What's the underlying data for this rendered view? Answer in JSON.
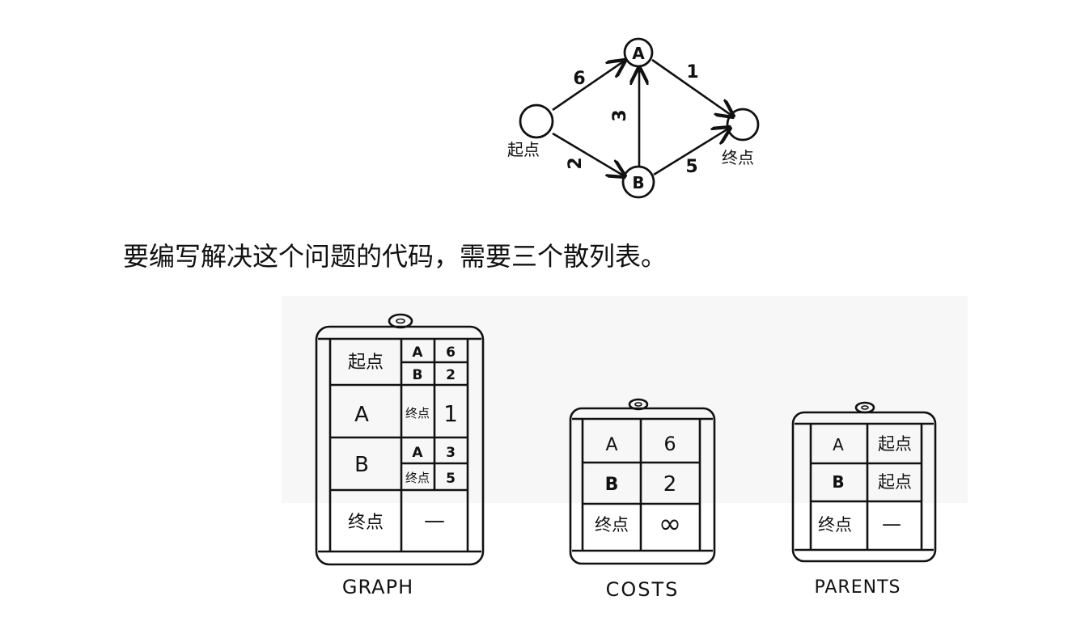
{
  "graph": {
    "nodes": {
      "start": "起点",
      "a": "A",
      "b": "B",
      "end": "终点"
    },
    "edges": [
      {
        "from": "起点",
        "to": "A",
        "weight": "6"
      },
      {
        "from": "起点",
        "to": "B",
        "weight": "2"
      },
      {
        "from": "B",
        "to": "A",
        "weight": "3"
      },
      {
        "from": "A",
        "to": "终点",
        "weight": "1"
      },
      {
        "from": "B",
        "to": "终点",
        "weight": "5"
      }
    ]
  },
  "caption": "要编写解决这个问题的代码，需要三个散列表。",
  "tables": {
    "graph": {
      "label": "GRAPH",
      "rows": [
        {
          "key": "起点",
          "neighbors": [
            {
              "node": "A",
              "weight": "6"
            },
            {
              "node": "B",
              "weight": "2"
            }
          ]
        },
        {
          "key": "A",
          "neighbors": [
            {
              "node": "终点",
              "weight": "1"
            }
          ]
        },
        {
          "key": "B",
          "neighbors": [
            {
              "node": "A",
              "weight": "3"
            },
            {
              "node": "终点",
              "weight": "5"
            }
          ]
        },
        {
          "key": "终点",
          "value": "—"
        }
      ]
    },
    "costs": {
      "label": "COSTS",
      "rows": [
        {
          "key": "A",
          "value": "6"
        },
        {
          "key": "B",
          "value": "2"
        },
        {
          "key": "终点",
          "value": "∞"
        }
      ]
    },
    "parents": {
      "label": "PARENTS",
      "rows": [
        {
          "key": "A",
          "value": "起点"
        },
        {
          "key": "B",
          "value": "起点"
        },
        {
          "key": "终点",
          "value": "—"
        }
      ]
    }
  }
}
